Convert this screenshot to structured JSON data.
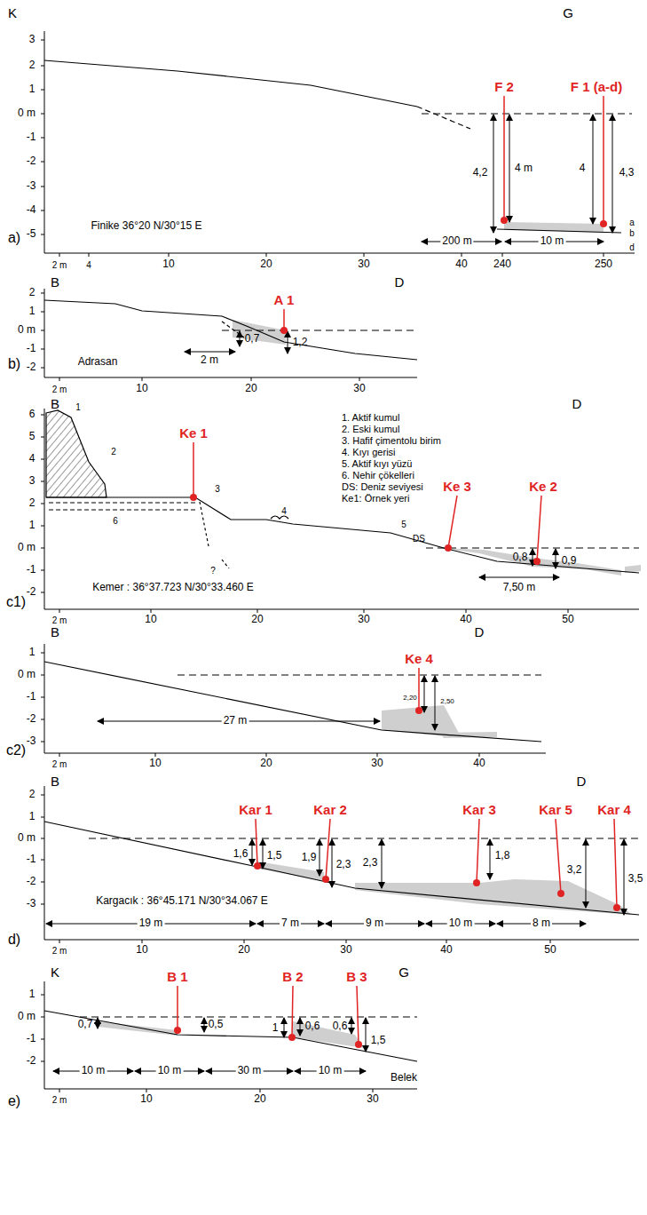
{
  "diagram": {
    "labels": [
      "a)",
      "K",
      "G",
      "3",
      "2",
      "1",
      "0 m",
      "-1",
      "-2",
      "-3",
      "-4",
      "-5",
      "F 2",
      "F 1 (a-d)",
      "4,2",
      "4 m",
      "4",
      "4,3",
      "a",
      "b",
      "d",
      "Finike 36°20 N/30°15 E",
      "200 m",
      "10 m",
      "2 m",
      "4",
      "10",
      "20",
      "30",
      "40",
      "240",
      "250",
      "b)",
      "B",
      "D",
      "2",
      "1",
      "0 m",
      "-1",
      "-2",
      "A 1",
      "0,7",
      "1,2",
      "2 m",
      "Adrasan",
      "2 m",
      "10",
      "20",
      "30",
      "c1)",
      "B",
      "D",
      "6",
      "5",
      "4",
      "3",
      "2",
      "1",
      "0 m",
      "-1",
      "-2",
      "1",
      "2",
      "3",
      "4",
      "5",
      "6",
      "1. Aktif kumul",
      "2. Eski kumul",
      "3. Hafif çimentolu birim",
      "4. Kıyı gerisi",
      "5. Aktif kıyı yüzü",
      "6. Nehir çökelleri",
      "DS: Deniz seviyesi",
      "Ke1: Örnek yeri",
      "DS",
      "Ke 1",
      "Ke 3",
      "Ke 2",
      "0,8",
      "0,9",
      "7,50 m",
      "?",
      "Kemer : 36°37.723 N/30°33.460 E",
      "2 m",
      "10",
      "20",
      "30",
      "40",
      "50",
      "c2)",
      "B",
      "D",
      "1",
      "0 m",
      "-1",
      "-2",
      "-3",
      "Ke 4",
      "2,20",
      "2,50",
      "27 m",
      "2 m",
      "10",
      "20",
      "30",
      "40",
      "d)",
      "B",
      "D",
      "2",
      "1",
      "0 m",
      "-1",
      "-2",
      "-3",
      "Kar 1",
      "Kar 2",
      "Kar 3",
      "Kar 5",
      "Kar 4",
      "1,6",
      "1,5",
      "1,9",
      "2,3",
      "2,3",
      "1,8",
      "3,2",
      "3,5",
      "Kargacık : 36°45.171 N/30°34.067 E",
      "19 m",
      "7 m",
      "9 m",
      "10 m",
      "8 m",
      "2 m",
      "10",
      "20",
      "30",
      "40",
      "50",
      "e)",
      "K",
      "G",
      "1",
      "0 m",
      "-1",
      "-2",
      "B 1",
      "B 2",
      "B 3",
      "0,7",
      "0,5",
      "1",
      "0,6",
      "0,6",
      "1,5",
      "10 m",
      "10 m",
      "30 m",
      "10 m",
      "Belek",
      "2 m",
      "10",
      "20",
      "30"
    ]
  }
}
